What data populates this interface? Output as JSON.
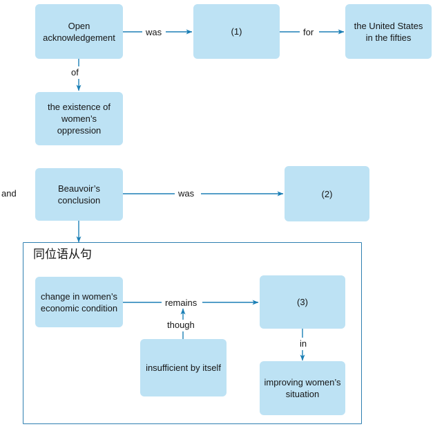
{
  "diagram": {
    "title_text": "同位语从句",
    "conjunction": "and",
    "colors": {
      "node_fill": "#bde2f4",
      "edge_stroke": "#1b7fb5",
      "group_border": "#2d7fb0",
      "text": "#151515",
      "background": "#ffffff"
    },
    "nodes": [
      {
        "id": "open-acknowledgement",
        "label": "Open acknowledgement"
      },
      {
        "id": "blank-1",
        "label": "(1)"
      },
      {
        "id": "united-states-fifties",
        "label": "the United States in the fifties"
      },
      {
        "id": "existence-of-oppression",
        "label": "the existence of women’s oppression"
      },
      {
        "id": "beauvoirs-conclusion",
        "label": "Beauvoir’s conclusion"
      },
      {
        "id": "blank-2",
        "label": "(2)"
      },
      {
        "id": "change-economic-condition",
        "label": "change in women’s economic condition"
      },
      {
        "id": "blank-3",
        "label": "(3)"
      },
      {
        "id": "insufficient-by-itself",
        "label": "insufficient by itself"
      },
      {
        "id": "improving-womens-situation",
        "label": "improving women’s situation"
      }
    ],
    "edges": [
      {
        "id": "e-was-1",
        "label": "was",
        "from": "open-acknowledgement",
        "to": "blank-1"
      },
      {
        "id": "e-for",
        "label": "for",
        "from": "blank-1",
        "to": "united-states-fifties"
      },
      {
        "id": "e-of",
        "label": "of",
        "from": "open-acknowledgement",
        "to": "existence-of-oppression"
      },
      {
        "id": "e-was-2",
        "label": "was",
        "from": "beauvoirs-conclusion",
        "to": "blank-2"
      },
      {
        "id": "e-into-group",
        "label": "",
        "from": "beauvoirs-conclusion",
        "to": "appositive-clause-group"
      },
      {
        "id": "e-remains",
        "label": "remains",
        "from": "change-economic-condition",
        "to": "blank-3"
      },
      {
        "id": "e-though",
        "label": "though",
        "from": "insufficient-by-itself",
        "to": "e-remains"
      },
      {
        "id": "e-in",
        "label": "in",
        "from": "blank-3",
        "to": "improving-womens-situation"
      }
    ]
  }
}
